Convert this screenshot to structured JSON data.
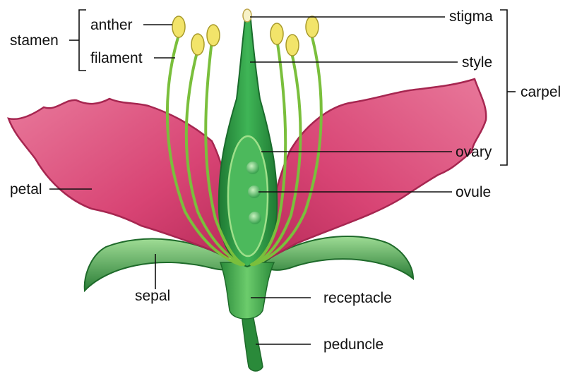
{
  "labels": {
    "stamen": "stamen",
    "anther": "anther",
    "filament": "filament",
    "petal": "petal",
    "sepal": "sepal",
    "stigma": "stigma",
    "style": "style",
    "carpel": "carpel",
    "ovary": "ovary",
    "ovule": "ovule",
    "receptacle": "receptacle",
    "peduncle": "peduncle"
  },
  "colors": {
    "petal": "#dc4a76",
    "petal_edge": "#b02c55",
    "sepal": "#2e8a3c",
    "sepal_light": "#8fd18a",
    "carpel": "#2f9e46",
    "ovary_inner": "#5cc06a",
    "filament": "#6fb23a",
    "anther": "#f2e46a",
    "line": "#111111"
  }
}
